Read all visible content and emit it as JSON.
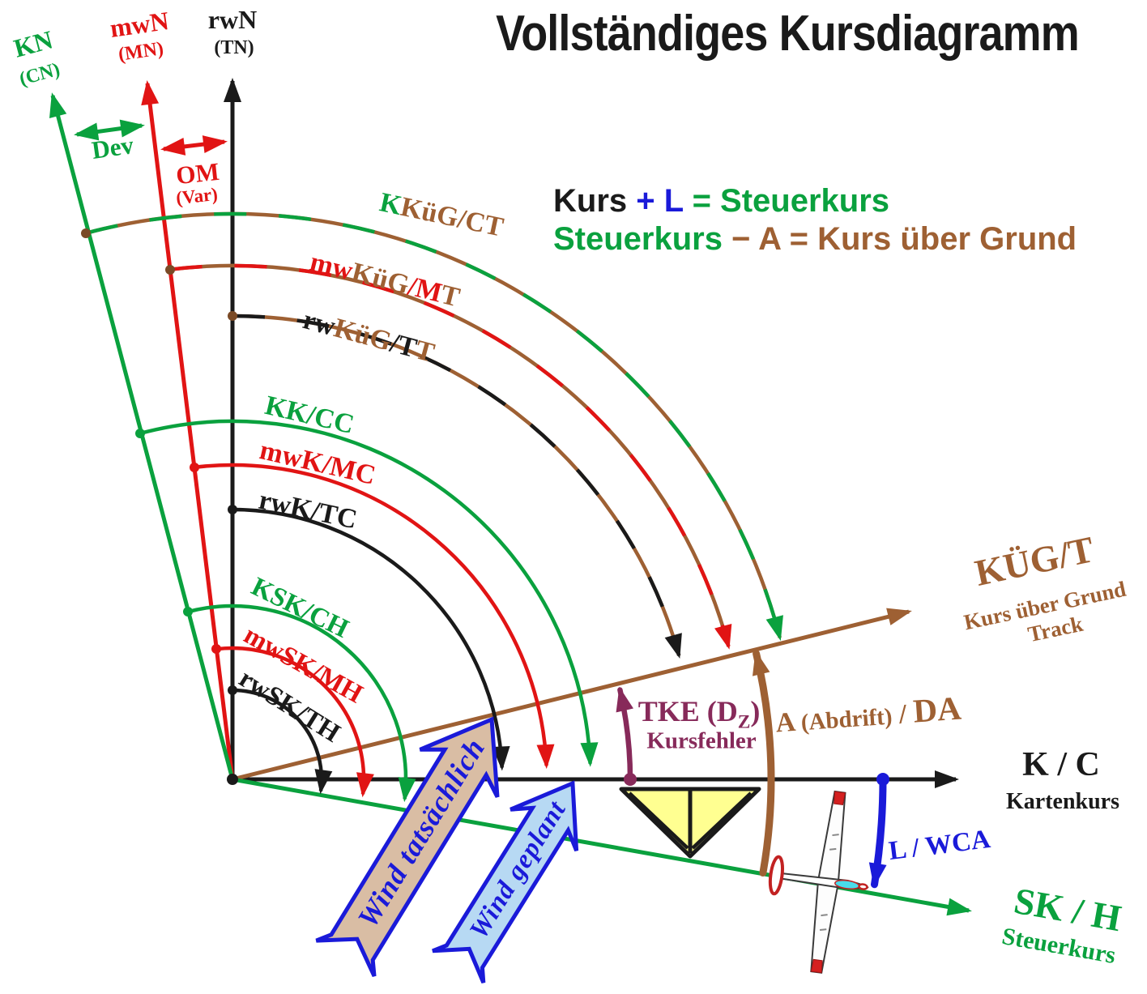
{
  "title": "Vollständiges Kursdiagramm",
  "legend": {
    "line1": {
      "kurs": "Kurs",
      "plus": " + ",
      "l": "L",
      "eq": " = ",
      "steuerkurs": "Steuerkurs"
    },
    "line2": {
      "steuerkurs": "Steuerkurs",
      "minus": " − ",
      "a": "A",
      "eq": " = ",
      "kug": "Kurs über Grund"
    }
  },
  "north": {
    "kn": {
      "label": "KN",
      "sub": "(CN)"
    },
    "mwn": {
      "label": "mwN",
      "sub": "(MN)"
    },
    "rwn": {
      "label": "rwN",
      "sub": "(TN)"
    },
    "dev": "Dev",
    "om": "OM",
    "om_sub": "(Var)"
  },
  "arcs": {
    "kkug": {
      "p1": "K",
      "p2": "KüG/CT"
    },
    "mwkug": {
      "p1": "mw",
      "p2": "KüG",
      "p3": "/M",
      "p4": "T"
    },
    "rwkug": {
      "p1": "rw",
      "p2": "KüG",
      "p3": "/T",
      "p4": "T"
    },
    "kk": "KK/CC",
    "mwk": "mwK/MC",
    "rwk": "rwK/TC",
    "ksk": "KSK/CH",
    "mwsk": "mwSK/MH",
    "rwsk": "rwSK/TH"
  },
  "axes": {
    "kc": {
      "main": "K / C",
      "sub": "Kartenkurs"
    },
    "kug": {
      "main": "KÜG/T",
      "sub1": "Kurs über Grund",
      "sub2": "Track"
    },
    "sk": {
      "main": "SK / H",
      "sub": "Steuerkurs"
    }
  },
  "angles": {
    "tke": {
      "main": "TKE (D",
      "sub": "Z",
      "close": ")",
      "caption": "Kursfehler"
    },
    "drift": {
      "a": "A ",
      "paren": "(Abdrift)",
      "slash": " / ",
      "da": "DA"
    },
    "wca": "L / WCA"
  },
  "wind": {
    "actual": "Wind tatsächlich",
    "planned": "Wind geplant"
  },
  "colors": {
    "black": "#1a1a1a",
    "red": "#e11414",
    "green": "#0aa13e",
    "brown": "#9e6033",
    "blue": "#1a1ad9",
    "purple": "#872a5a",
    "wind_actual_fill": "#d9bda4",
    "wind_planned_fill": "#b7d9f3",
    "triangle_yellow": "#ffff91",
    "canopy_cyan": "#49dcea"
  }
}
